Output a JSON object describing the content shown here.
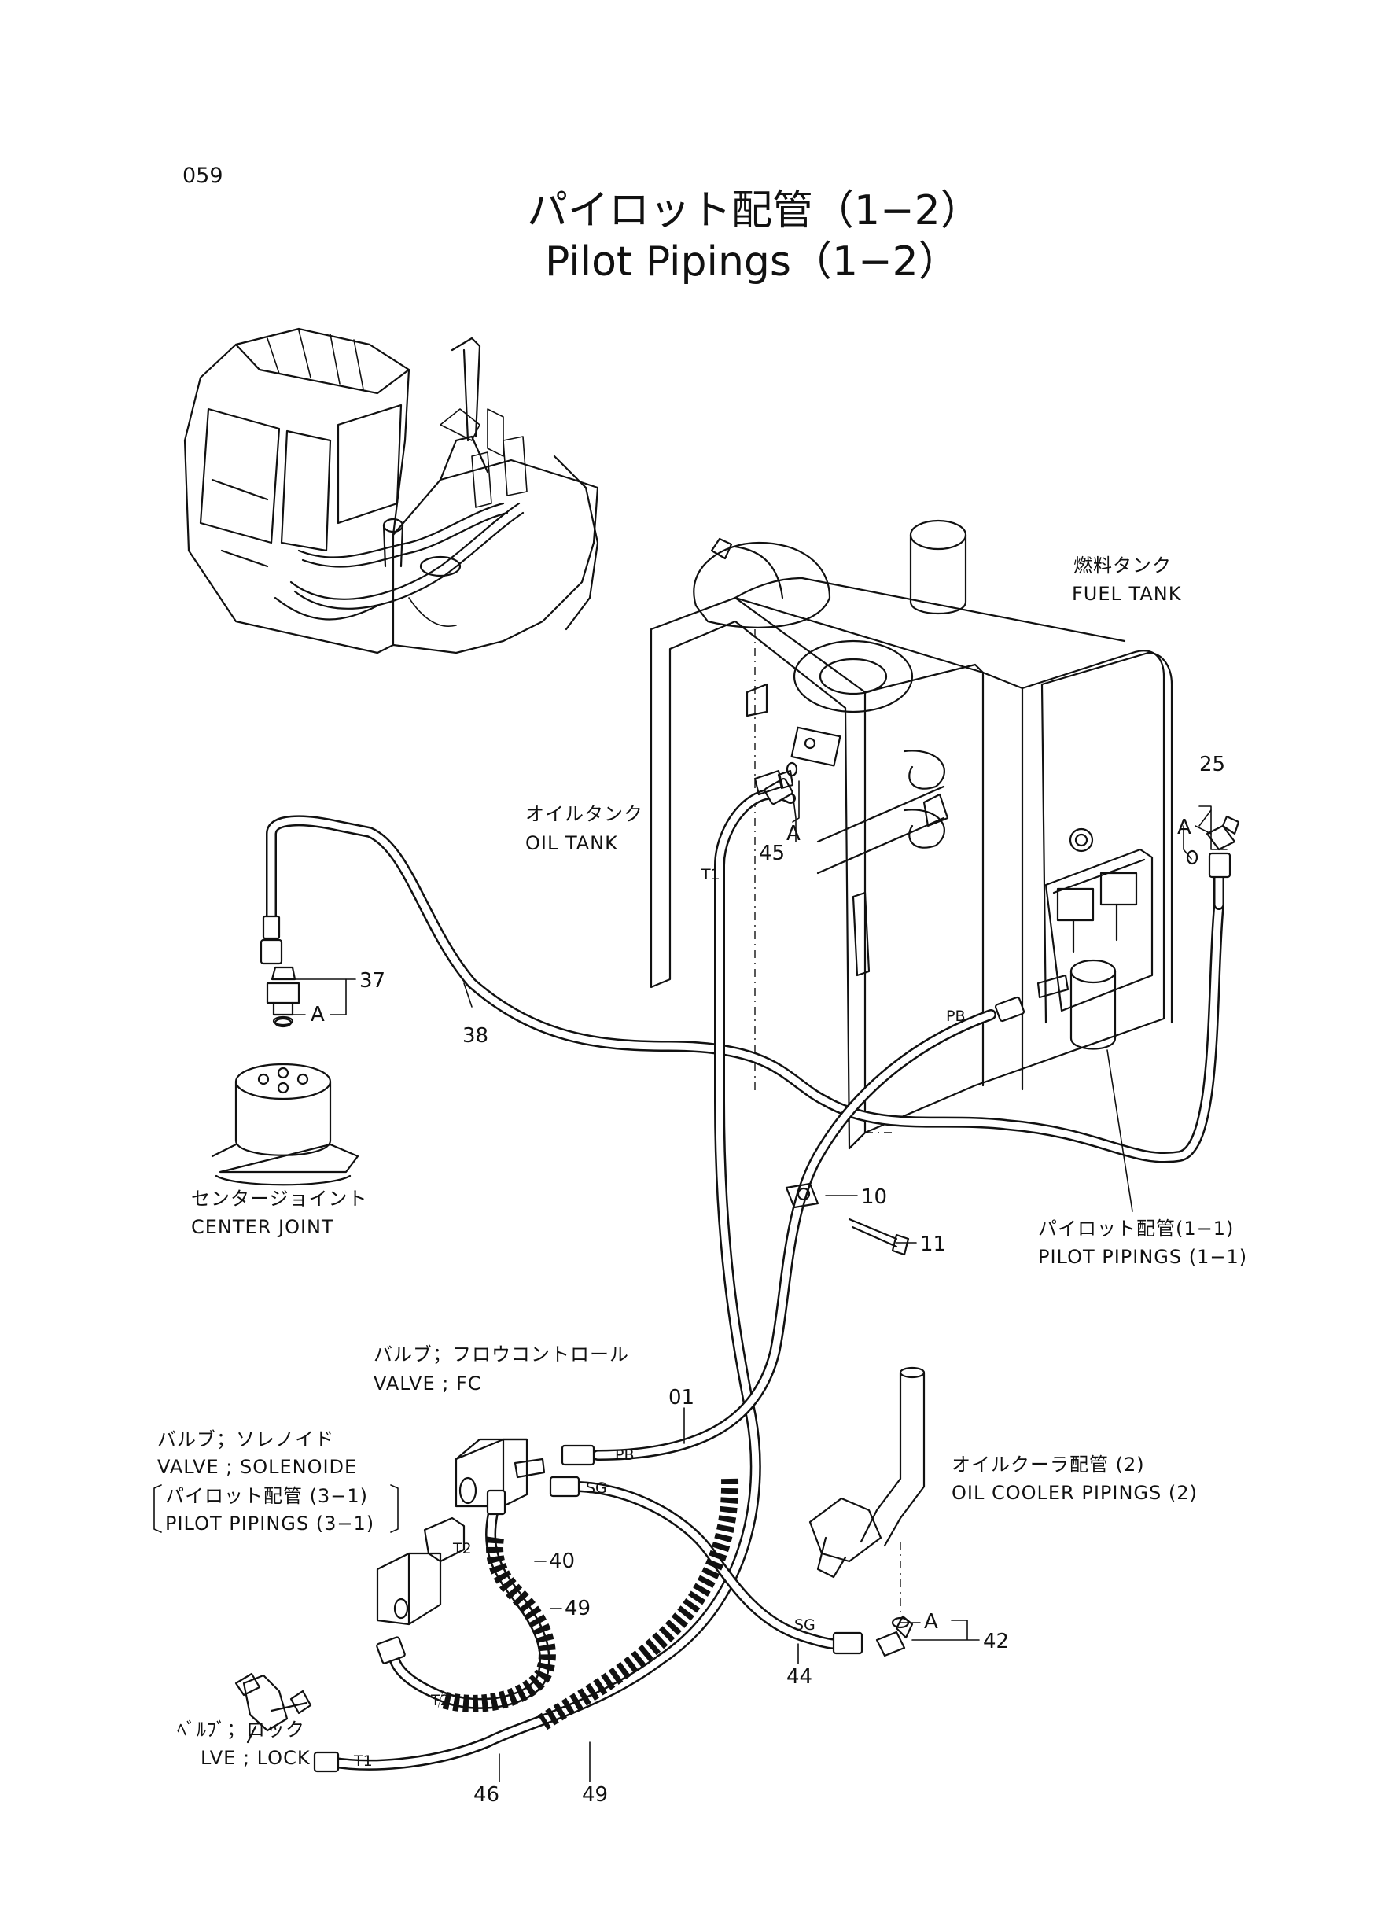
{
  "page_number": "059",
  "title_ja": "パイロット配管（1−2）",
  "title_en": "Pilot Pipings（1−2）",
  "labels": {
    "fuel_tank_ja": "燃料タンク",
    "fuel_tank_en": "FUEL TANK",
    "oil_tank_ja": "オイルタンク",
    "oil_tank_en": "OIL TANK",
    "center_joint_ja": "センタージョイント",
    "center_joint_en": "CENTER JOINT",
    "pilot_1_1_ja": "パイロット配管(1−1)",
    "pilot_1_1_en": "PILOT PIPINGS (1−1)",
    "valve_fc_ja": "バルブ；フロウコントロール",
    "valve_fc_en": "VALVE ; FC",
    "valve_sol_ja": "バルブ；ソレノイド",
    "valve_sol_en": "VALVE ; SOLENOIDE",
    "pilot_3_1_ja": "パイロット配管 (3−1)",
    "pilot_3_1_en": "PILOT PIPINGS (3−1)",
    "oil_cooler_ja": "オイルクーラ配管 (2)",
    "oil_cooler_en": "OIL COOLER PIPINGS (2)",
    "valve_lock_ja": "ﾍﾞﾙﾌﾞ；ロック",
    "valve_lock_en": "LVE ; LOCK"
  },
  "part_numbers": {
    "p01": "01",
    "p10": "10",
    "p11": "11",
    "p25": "25",
    "p37": "37",
    "p38": "38",
    "p40": "40",
    "p42": "42",
    "p44": "44",
    "p45": "45",
    "p46": "46",
    "p49a": "49",
    "p49b": "49"
  },
  "port_tags": {
    "a_45": "A",
    "a_25": "A",
    "a_37": "A",
    "a_42": "A",
    "t1_tank": "T1",
    "t1_lock": "T1",
    "pb_tank": "PB",
    "pb_valve": "PB",
    "sg_valve": "SG",
    "sg_cooler": "SG",
    "t2_upper": "T2",
    "t2_lower": "T2"
  }
}
